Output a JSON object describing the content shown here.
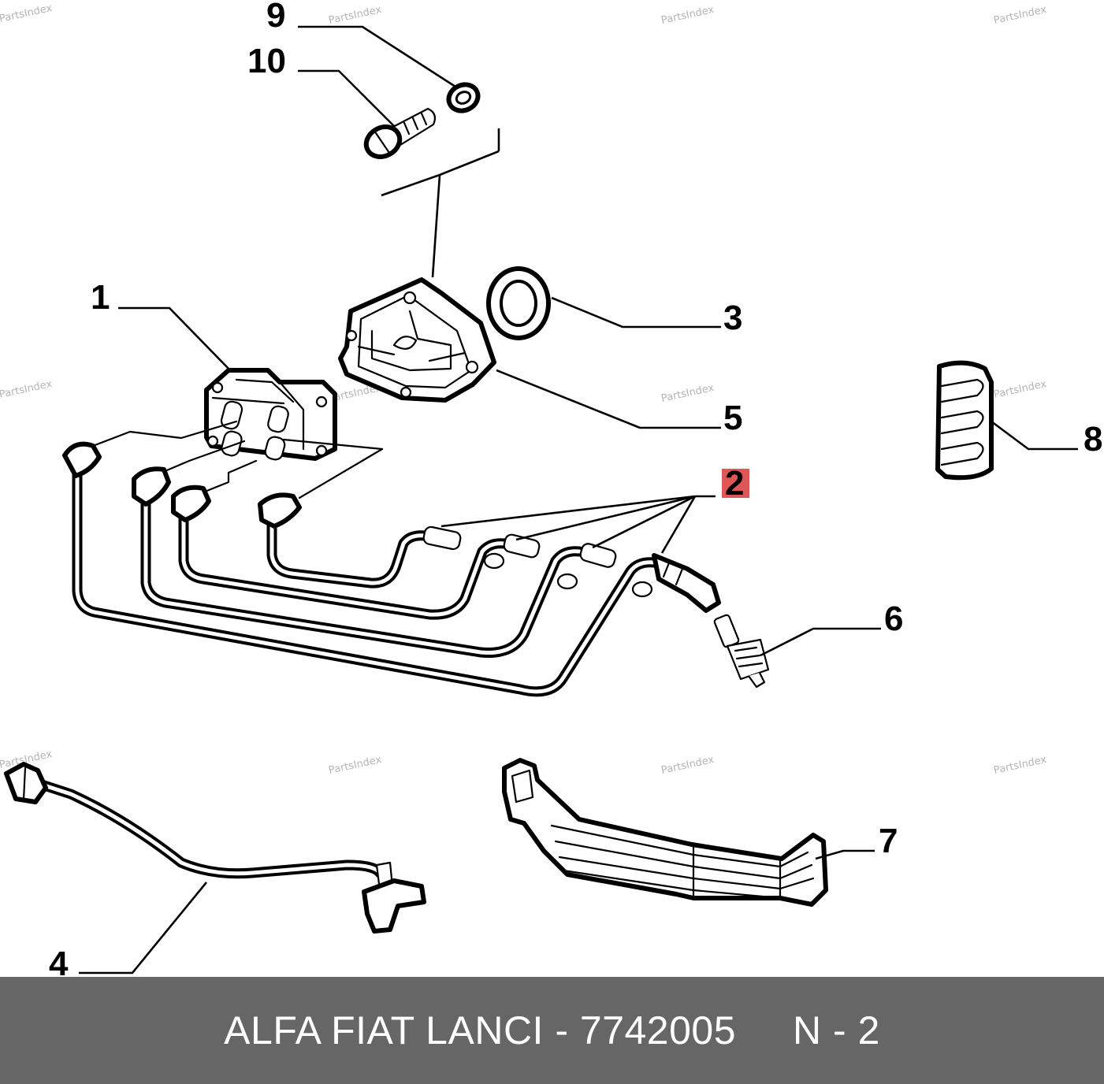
{
  "watermark": "PartsIndex",
  "callouts": {
    "c1": "1",
    "c2": "2",
    "c3": "3",
    "c4": "4",
    "c5": "5",
    "c6": "6",
    "c7": "7",
    "c8": "8",
    "c9": "9",
    "c10": "10"
  },
  "highlight_color": "#e05555",
  "footer_bg": "#666666",
  "footer_text": "ALFA FIAT LANCI - 7742005     N - 2"
}
